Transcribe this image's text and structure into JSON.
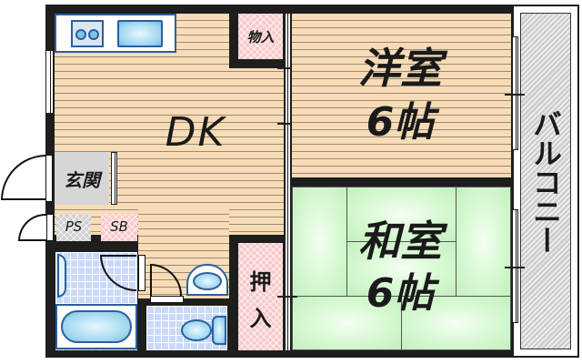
{
  "floorplan": {
    "rooms": {
      "dk": {
        "label": "DK"
      },
      "western_room": {
        "name": "洋室",
        "size": "6帖"
      },
      "japanese_room": {
        "name": "和室",
        "size": "6帖"
      },
      "storage_closet": {
        "label": "物入"
      },
      "oshiire_closet": {
        "label_top": "押",
        "label_bottom": "入"
      },
      "entrance": {
        "label": "玄関"
      },
      "pipe_space": {
        "label": "PS"
      },
      "shoe_box": {
        "label": "SB"
      },
      "balcony": {
        "label": "バルコニー"
      },
      "bathroom": {
        "label": ""
      },
      "toilet": {
        "label": ""
      }
    },
    "colors": {
      "wall": "#1e1e1e",
      "wood_floor": "#f7dcb6",
      "tatami": "#d4f7cf",
      "closet_pink": "#f9c9c9",
      "tile_blue": "#c9d9fb",
      "balcony_gray": "#cfcfcf",
      "fixture_blue": "#2b5f9e"
    }
  }
}
